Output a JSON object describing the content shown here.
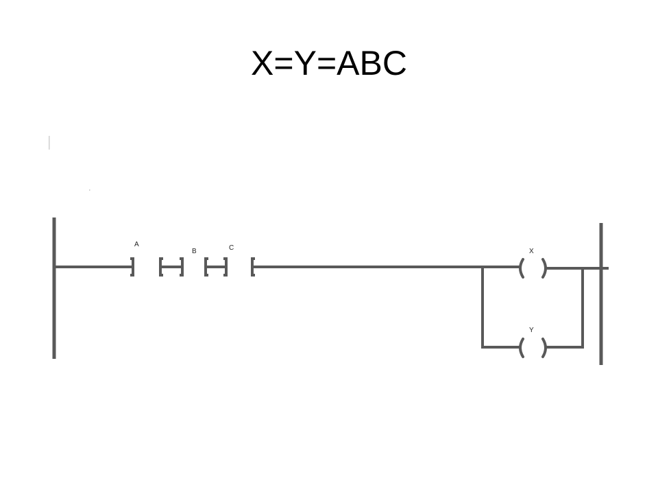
{
  "slide": {
    "title": "X=Y=ABC"
  },
  "ladder": {
    "contacts": [
      {
        "label": "A"
      },
      {
        "label": "B"
      },
      {
        "label": "C"
      }
    ],
    "coils": [
      {
        "label": "X"
      },
      {
        "label": "Y"
      }
    ]
  },
  "colors": {
    "line": "#595959",
    "text": "#000000",
    "background": "#ffffff"
  }
}
